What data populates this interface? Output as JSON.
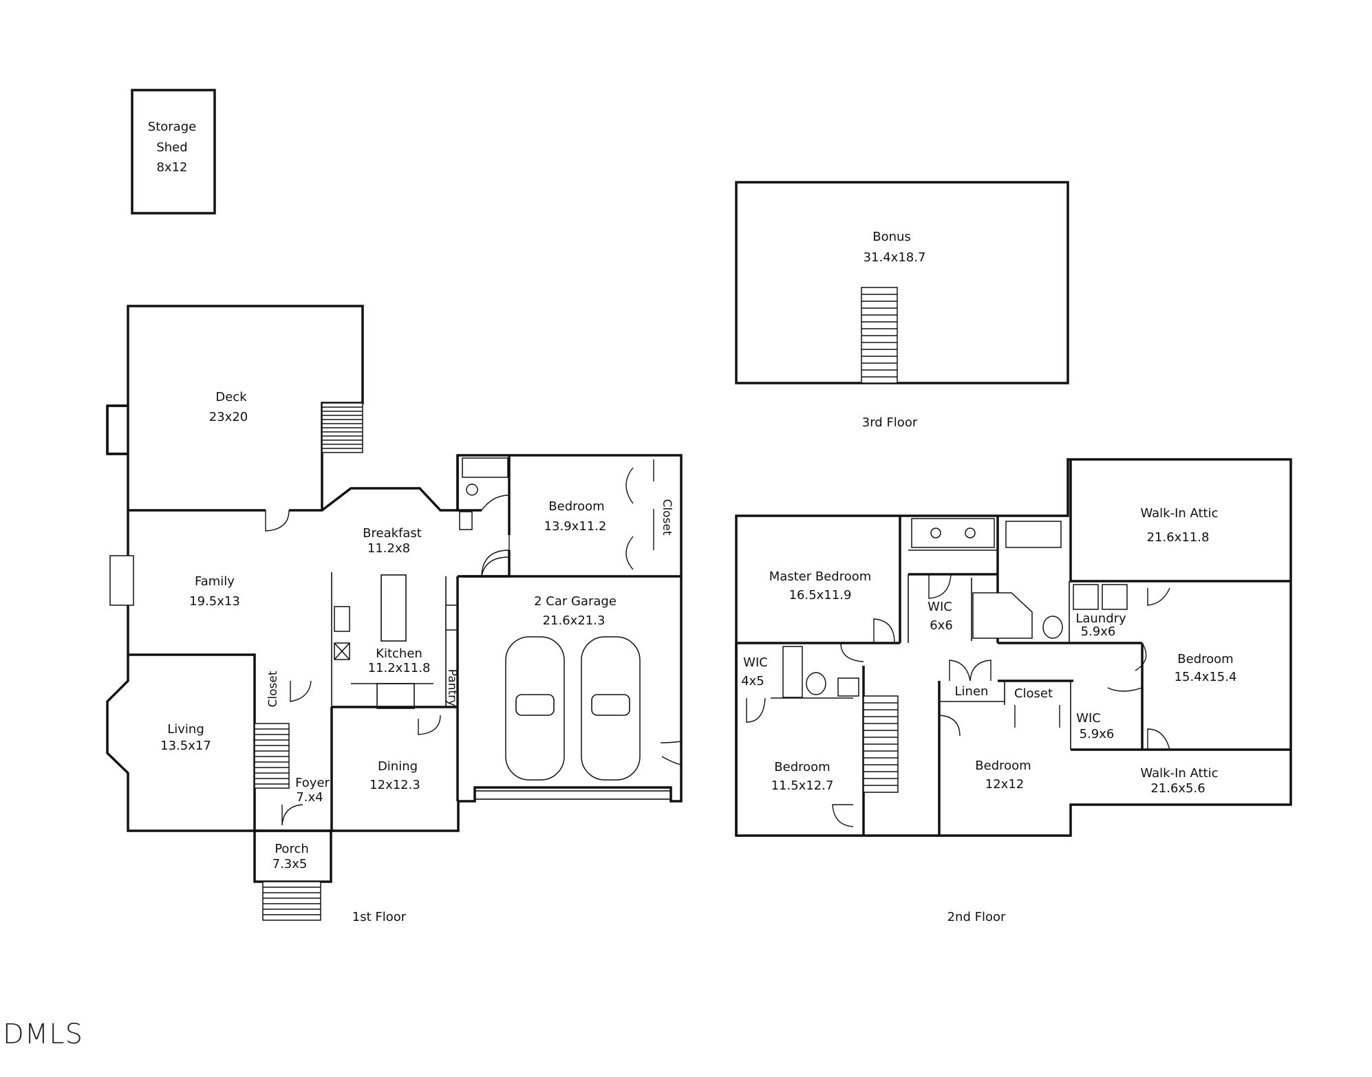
{
  "rooms": {
    "shed": {
      "name": "Storage",
      "name2": "Shed",
      "dim": "8x12"
    },
    "deck": {
      "name": "Deck",
      "dim": "23x20"
    },
    "breakfast": {
      "name": "Breakfast",
      "dim": "11.2x8"
    },
    "bedroom1": {
      "name": "Bedroom",
      "dim": "13.9x11.2"
    },
    "closet1": {
      "name": "Closet"
    },
    "family": {
      "name": "Family",
      "dim": "19.5x13"
    },
    "garage": {
      "name": "2 Car Garage",
      "dim": "21.6x21.3"
    },
    "kitchen": {
      "name": "Kitchen",
      "dim": "11.2x11.8"
    },
    "pantry": {
      "name": "Pantry"
    },
    "closet_foyer": {
      "name": "Closet"
    },
    "living": {
      "name": "Living",
      "dim": "13.5x17"
    },
    "foyer": {
      "name": "Foyer",
      "dim": "7.x4"
    },
    "dining": {
      "name": "Dining",
      "dim": "12x12.3"
    },
    "porch": {
      "name": "Porch",
      "dim": "7.3x5"
    },
    "bonus": {
      "name": "Bonus",
      "dim": "31.4x18.7"
    },
    "walkin_attic1": {
      "name": "Walk-In Attic",
      "dim": "21.6x11.8"
    },
    "master": {
      "name": "Master Bedroom",
      "dim": "16.5x11.9"
    },
    "wic_master": {
      "name": "WIC",
      "dim": "6x6"
    },
    "laundry": {
      "name": "Laundry",
      "dim": "5.9x6"
    },
    "bedroom2": {
      "name": "Bedroom",
      "dim": "15.4x15.4"
    },
    "wic_small": {
      "name": "WIC",
      "dim": "4x5"
    },
    "linen": {
      "name": "Linen"
    },
    "closet2": {
      "name": "Closet"
    },
    "wic3": {
      "name": "WIC",
      "dim": "5.9x6"
    },
    "bedroom3": {
      "name": "Bedroom",
      "dim": "11.5x12.7"
    },
    "bedroom4": {
      "name": "Bedroom",
      "dim": "12x12"
    },
    "walkin_attic2": {
      "name": "Walk-In Attic",
      "dim": "21.6x5.6"
    }
  },
  "floors": {
    "first": "1st Floor",
    "second": "2nd Floor",
    "third": "3rd Floor"
  },
  "logo": "DMLS"
}
